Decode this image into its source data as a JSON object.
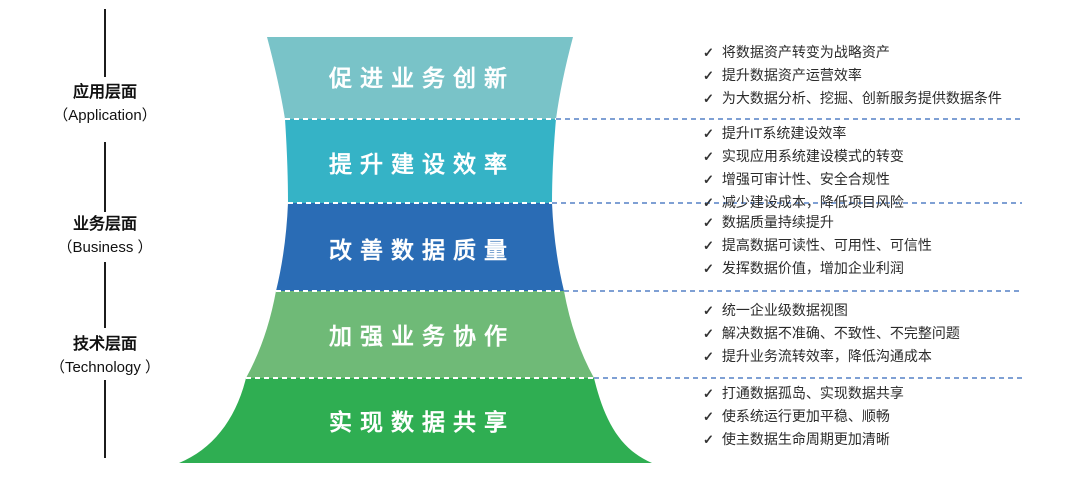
{
  "icons": {
    "check": "✓"
  },
  "colors": {
    "dash_blue": "#7fa0d4",
    "dash_white": "#ffffff",
    "rail_line": "#1c1c1c"
  },
  "left_rail": {
    "levels": [
      {
        "zh": "应用层面",
        "en": "（Application）"
      },
      {
        "zh": "业务层面",
        "en": "（Business ）"
      },
      {
        "zh": "技术层面",
        "en": "（Technology ）"
      }
    ]
  },
  "funnel": {
    "layers": [
      {
        "label": "促进业务创新",
        "color": "#79C3C8",
        "benefits": [
          "将数据资产转变为战略资产",
          "提升数据资产运营效率",
          "为大数据分析、挖掘、创新服务提供数据条件"
        ]
      },
      {
        "label": "提升建设效率",
        "color": "#35B3C6",
        "benefits": [
          "提升IT系统建设效率",
          "实现应用系统建设模式的转变",
          "增强可审计性、安全合规性",
          "减少建设成本，降低项目风险"
        ]
      },
      {
        "label": "改善数据质量",
        "color": "#2A6CB5",
        "benefits": [
          "数据质量持续提升",
          "提高数据可读性、可用性、可信性",
          "发挥数据价值，增加企业利润"
        ]
      },
      {
        "label": "加强业务协作",
        "color": "#6FBA77",
        "benefits": [
          "统一企业级数据视图",
          "解决数据不准确、不致性、不完整问题",
          "提升业务流转效率，降低沟通成本"
        ]
      },
      {
        "label": "实现数据共享",
        "color": "#2FAE52",
        "benefits": [
          "打通数据孤岛、实现数据共享",
          "使系统运行更加平稳、顺畅",
          "使主数据生命周期更加清晰"
        ]
      }
    ]
  }
}
